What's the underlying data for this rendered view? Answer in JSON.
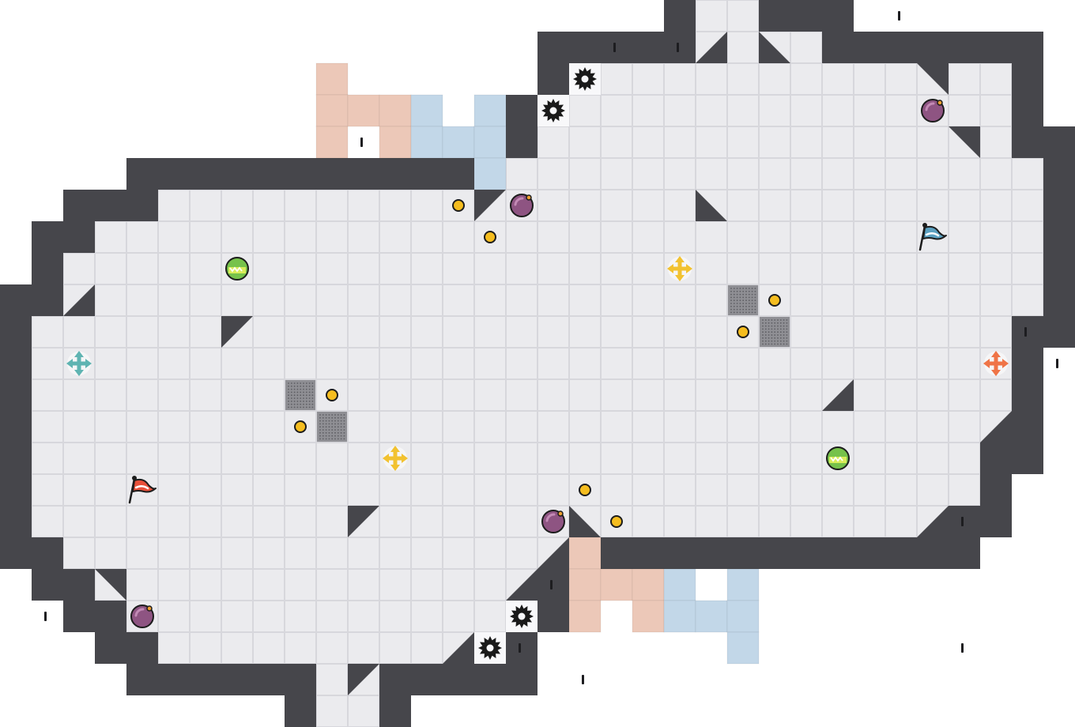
{
  "level": {
    "grid_columns": 34,
    "grid_rows": 23,
    "floor_rows": [
      [
        22,
        23
      ],
      [
        22,
        25
      ],
      [
        18,
        31
      ],
      [
        18,
        31
      ],
      [
        17,
        31
      ],
      [
        16,
        32
      ],
      [
        5,
        32
      ],
      [
        3,
        32
      ],
      [
        2,
        32
      ],
      [
        2,
        32
      ],
      [
        1,
        31
      ],
      [
        1,
        31
      ],
      [
        1,
        31
      ],
      [
        1,
        31
      ],
      [
        1,
        30
      ],
      [
        1,
        30
      ],
      [
        1,
        29
      ],
      [
        2,
        17
      ],
      [
        3,
        16
      ],
      [
        4,
        15
      ],
      [
        5,
        15
      ],
      [
        10,
        11
      ],
      [
        10,
        11
      ]
    ],
    "wall_notches": [
      [
        22,
        0
      ],
      [
        28,
        0
      ],
      [
        19,
        1
      ],
      [
        21,
        1
      ],
      [
        29,
        2
      ],
      [
        11,
        4
      ],
      [
        14,
        4
      ],
      [
        24,
        6
      ],
      [
        7,
        8
      ],
      [
        26,
        10
      ],
      [
        32,
        10
      ],
      [
        2,
        11
      ],
      [
        33,
        11
      ],
      [
        4,
        13
      ],
      [
        11,
        13
      ],
      [
        30,
        14
      ],
      [
        30,
        16
      ],
      [
        17,
        18
      ],
      [
        20,
        19
      ],
      [
        1,
        19
      ],
      [
        16,
        20
      ],
      [
        30,
        20
      ],
      [
        18,
        21
      ]
    ],
    "slope_tiles": [
      {
        "col": 15,
        "row": 6,
        "dir": "tl"
      },
      {
        "col": 22,
        "row": 6,
        "dir": "bl"
      },
      {
        "col": 7,
        "row": 10,
        "dir": "tl"
      },
      {
        "col": 26,
        "row": 12,
        "dir": "br"
      },
      {
        "col": 11,
        "row": 16,
        "dir": "tl"
      },
      {
        "col": 18,
        "row": 16,
        "dir": "bl"
      },
      {
        "col": 16,
        "row": 4,
        "dir": "tl"
      },
      {
        "col": 17,
        "row": 3,
        "dir": "tl"
      },
      {
        "col": 16,
        "row": 18,
        "dir": "br"
      },
      {
        "col": 17,
        "row": 17,
        "dir": "br"
      },
      {
        "col": 4,
        "row": 6,
        "dir": "br"
      },
      {
        "col": 2,
        "row": 9,
        "dir": "br"
      },
      {
        "col": 22,
        "row": 1,
        "dir": "br"
      },
      {
        "col": 24,
        "row": 1,
        "dir": "bl"
      },
      {
        "col": 29,
        "row": 2,
        "dir": "tr"
      },
      {
        "col": 30,
        "row": 4,
        "dir": "tr"
      },
      {
        "col": 31,
        "row": 13,
        "dir": "br"
      },
      {
        "col": 29,
        "row": 16,
        "dir": "br"
      },
      {
        "col": 3,
        "row": 18,
        "dir": "tr"
      },
      {
        "col": 4,
        "row": 20,
        "dir": "tr"
      },
      {
        "col": 9,
        "row": 21,
        "dir": "tr"
      },
      {
        "col": 11,
        "row": 21,
        "dir": "tl"
      },
      {
        "col": 14,
        "row": 20,
        "dir": "br"
      }
    ],
    "colored_blocks": [
      {
        "color": "#ecc8b8",
        "cells": [
          [
            10,
            2
          ],
          [
            10,
            3
          ],
          [
            10,
            4
          ],
          [
            11,
            3
          ],
          [
            12,
            3
          ],
          [
            12,
            4
          ]
        ]
      },
      {
        "color": "#c2d7e8",
        "cells": [
          [
            13,
            3
          ],
          [
            13,
            4
          ],
          [
            14,
            4
          ],
          [
            15,
            3
          ],
          [
            15,
            4
          ],
          [
            15,
            5
          ]
        ]
      },
      {
        "color": "#ecc8b8",
        "cells": [
          [
            18,
            17
          ],
          [
            18,
            18
          ],
          [
            18,
            19
          ],
          [
            19,
            18
          ],
          [
            20,
            18
          ],
          [
            20,
            19
          ]
        ]
      },
      {
        "color": "#c2d7e8",
        "cells": [
          [
            21,
            18
          ],
          [
            21,
            19
          ],
          [
            22,
            19
          ],
          [
            23,
            18
          ],
          [
            23,
            19
          ],
          [
            23,
            20
          ]
        ]
      }
    ],
    "mesh_tiles": [
      [
        23,
        9
      ],
      [
        24,
        10
      ],
      [
        9,
        12
      ],
      [
        10,
        13
      ]
    ],
    "spikes": [
      [
        18,
        2
      ],
      [
        17,
        3
      ],
      [
        16,
        19
      ],
      [
        15,
        20
      ]
    ],
    "coins": [
      [
        14,
        6
      ],
      [
        15,
        7
      ],
      [
        24,
        9
      ],
      [
        23,
        10
      ],
      [
        10,
        12
      ],
      [
        9,
        13
      ],
      [
        18,
        15
      ],
      [
        19,
        16
      ]
    ],
    "bombs": [
      [
        29,
        3
      ],
      [
        16,
        6
      ],
      [
        17,
        16
      ],
      [
        4,
        19
      ]
    ],
    "green_orbs": [
      [
        7,
        8
      ],
      [
        26,
        14
      ]
    ],
    "yellow_crosses": [
      [
        21,
        8
      ],
      [
        12,
        14
      ]
    ],
    "teal_crosses": [
      [
        2,
        11
      ]
    ],
    "orange_crosses": [
      [
        31,
        11
      ]
    ],
    "flags": [
      {
        "col": 4,
        "row": 15,
        "color": "#e8503a"
      },
      {
        "col": 29,
        "row": 7,
        "color": "#5ba0c0"
      }
    ]
  },
  "colors": {
    "wall": "#46464b",
    "floor": "#ebebee",
    "gridline": "#d7d7dc",
    "mesh": "#8f8f94",
    "coin": "#f5bd1f",
    "bomb": "#8e5482",
    "green_orb": "#76c24b",
    "yellow_cross": "#f2c230",
    "teal_cross": "#5fb4b2",
    "orange_cross": "#ef7447"
  }
}
